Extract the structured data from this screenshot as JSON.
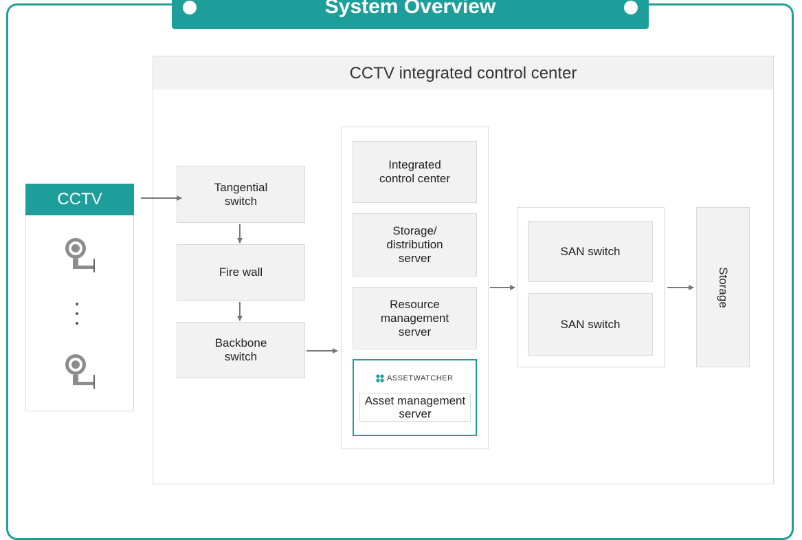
{
  "title": "System Overview",
  "cctv": {
    "label": "CCTV"
  },
  "control_center": {
    "label": "CCTV integrated control center"
  },
  "network": {
    "tangential_switch": "Tangential\nswitch",
    "fire_wall": "Fire wall",
    "backbone_switch": "Backbone\nswitch"
  },
  "servers": {
    "integrated_control": "Integrated\ncontrol center",
    "storage_distribution": "Storage/\ndistribution\nserver",
    "resource_management": "Resource\nmanagement\nserver",
    "asset_logo_text": "ASSETWATCHER",
    "asset_management": "Asset management\nserver"
  },
  "san": {
    "switch_1": "SAN switch",
    "switch_2": "SAN switch"
  },
  "storage": {
    "label": "Storage"
  },
  "colors": {
    "accent": "#1e9e9a",
    "box_fill": "#f2f2f2",
    "border": "#d9d9d9",
    "arrow": "#777777"
  },
  "icons": [
    "camera-icon",
    "camera-icon",
    "vertical-ellipsis-icon",
    "assetwatcher-logo-icon"
  ]
}
